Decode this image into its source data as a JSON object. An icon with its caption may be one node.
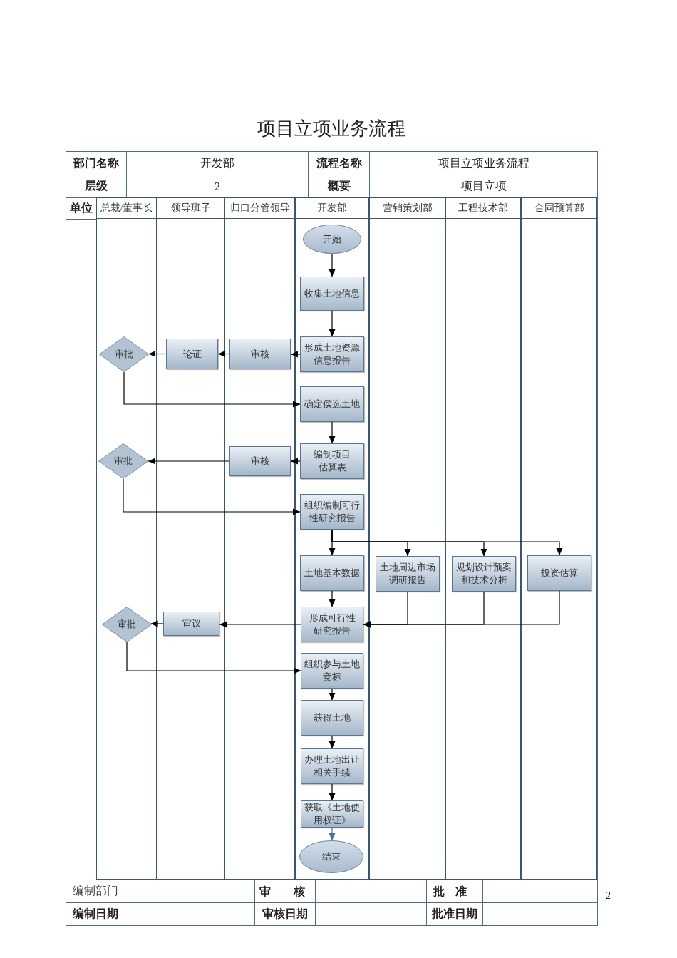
{
  "diagram": {
    "title": "项目立项业务流程",
    "nodes": [
      {
        "text": [
          "总裁/董事长"
        ]
      },
      {
        "text": [
          "领导班子"
        ]
      },
      {
        "text": [
          "归口分管领导"
        ]
      },
      {
        "text": [
          "开发部"
        ]
      },
      {
        "text": [
          "营销策划部"
        ]
      },
      {
        "text": [
          "工程技术部"
        ]
      },
      {
        "text": [
          "合同预算部"
        ]
      },
      {
        "text": [
          "开始"
        ],
        "in": 3
      },
      {
        "text": [
          "收集土地信息"
        ],
        "in": 3
      },
      {
        "text": [
          "审批"
        ],
        "in": 0
      },
      {
        "text": [
          "论证"
        ],
        "in": 1
      },
      {
        "text": [
          "审核"
        ],
        "in": 2
      },
      {
        "text": [
          "形成土地资源信息报告"
        ],
        "in": 3
      },
      {
        "text": [
          "确定侯选土地"
        ],
        "in": 3
      },
      {
        "text": [
          "审批"
        ],
        "in": 0
      },
      {
        "text": [
          "审核"
        ],
        "in": 2
      },
      {
        "text": [
          "编制项目估算表"
        ],
        "in": 3
      },
      {
        "text": [
          "组织编制可行性研究报告"
        ],
        "in": 3
      },
      {
        "text": [
          "土地基本数据"
        ],
        "in": 3
      },
      {
        "text": [
          "土地周边市场调研报告"
        ],
        "in": 4
      },
      {
        "text": [
          "规划设计预案和技术分析"
        ],
        "in": 5
      },
      {
        "text": [
          "投资估算"
        ],
        "in": 6
      },
      {
        "text": [
          "审批"
        ],
        "in": 0
      },
      {
        "text": [
          "审议"
        ],
        "in": 1
      },
      {
        "text": [
          "形成可行性研究报告"
        ],
        "in": 3
      },
      {
        "text": [
          "组织参与土地竞标"
        ],
        "in": 3
      },
      {
        "text": [
          "获得土地"
        ],
        "in": 3
      },
      {
        "text": [
          "办理土地出让相关手续"
        ],
        "in": 3
      },
      {
        "text": [
          "获取《土地使用权证》"
        ],
        "in": 3
      },
      {
        "text": [
          "结束"
        ],
        "in": 3
      }
    ],
    "edges": [
      {
        "from": 7,
        "to": 8,
        "arrow": "to"
      },
      {
        "from": 8,
        "to": 12,
        "arrow": "to"
      },
      {
        "from": 12,
        "to": 11,
        "arrow": "to"
      },
      {
        "from": 11,
        "to": 10,
        "arrow": "to"
      },
      {
        "from": 10,
        "to": 9,
        "arrow": "to"
      },
      {
        "from": 9,
        "to": 13,
        "arrow": "to"
      },
      {
        "from": 13,
        "to": 16,
        "arrow": "to"
      },
      {
        "from": 16,
        "to": 15,
        "arrow": "to"
      },
      {
        "from": 15,
        "to": 14,
        "arrow": "to"
      },
      {
        "from": 14,
        "to": 17,
        "arrow": "to"
      },
      {
        "from": 17,
        "to": 18,
        "arrow": "to"
      },
      {
        "from": 17,
        "to": 19,
        "arrow": "to"
      },
      {
        "from": 17,
        "to": 20,
        "arrow": "to"
      },
      {
        "from": 17,
        "to": 21,
        "arrow": "to"
      },
      {
        "from": 18,
        "to": 24,
        "arrow": "to"
      },
      {
        "from": 19,
        "to": 24,
        "arrow": "to"
      },
      {
        "from": 20,
        "to": 24,
        "arrow": "to"
      },
      {
        "from": 21,
        "to": 24,
        "arrow": "to"
      },
      {
        "from": 24,
        "to": 23,
        "arrow": "to"
      },
      {
        "from": 23,
        "to": 22,
        "arrow": "to"
      },
      {
        "from": 22,
        "to": 25,
        "arrow": "to"
      },
      {
        "from": 25,
        "to": 26,
        "arrow": "to"
      },
      {
        "from": 26,
        "to": 27,
        "arrow": "to"
      },
      {
        "from": 27,
        "to": 28,
        "arrow": "to"
      },
      {
        "from": 28,
        "to": 29,
        "arrow": "to",
        "color": "#4f6f94"
      }
    ],
    "labels": [
      "部门名称",
      "开发部",
      "流程名称",
      "项目立项业务流程",
      "层级",
      "2",
      "概要",
      "项目立项",
      "单位",
      "编制部门",
      "审 核",
      "批 准",
      "2",
      "编制日期",
      "审核日期",
      "批准日期"
    ]
  }
}
